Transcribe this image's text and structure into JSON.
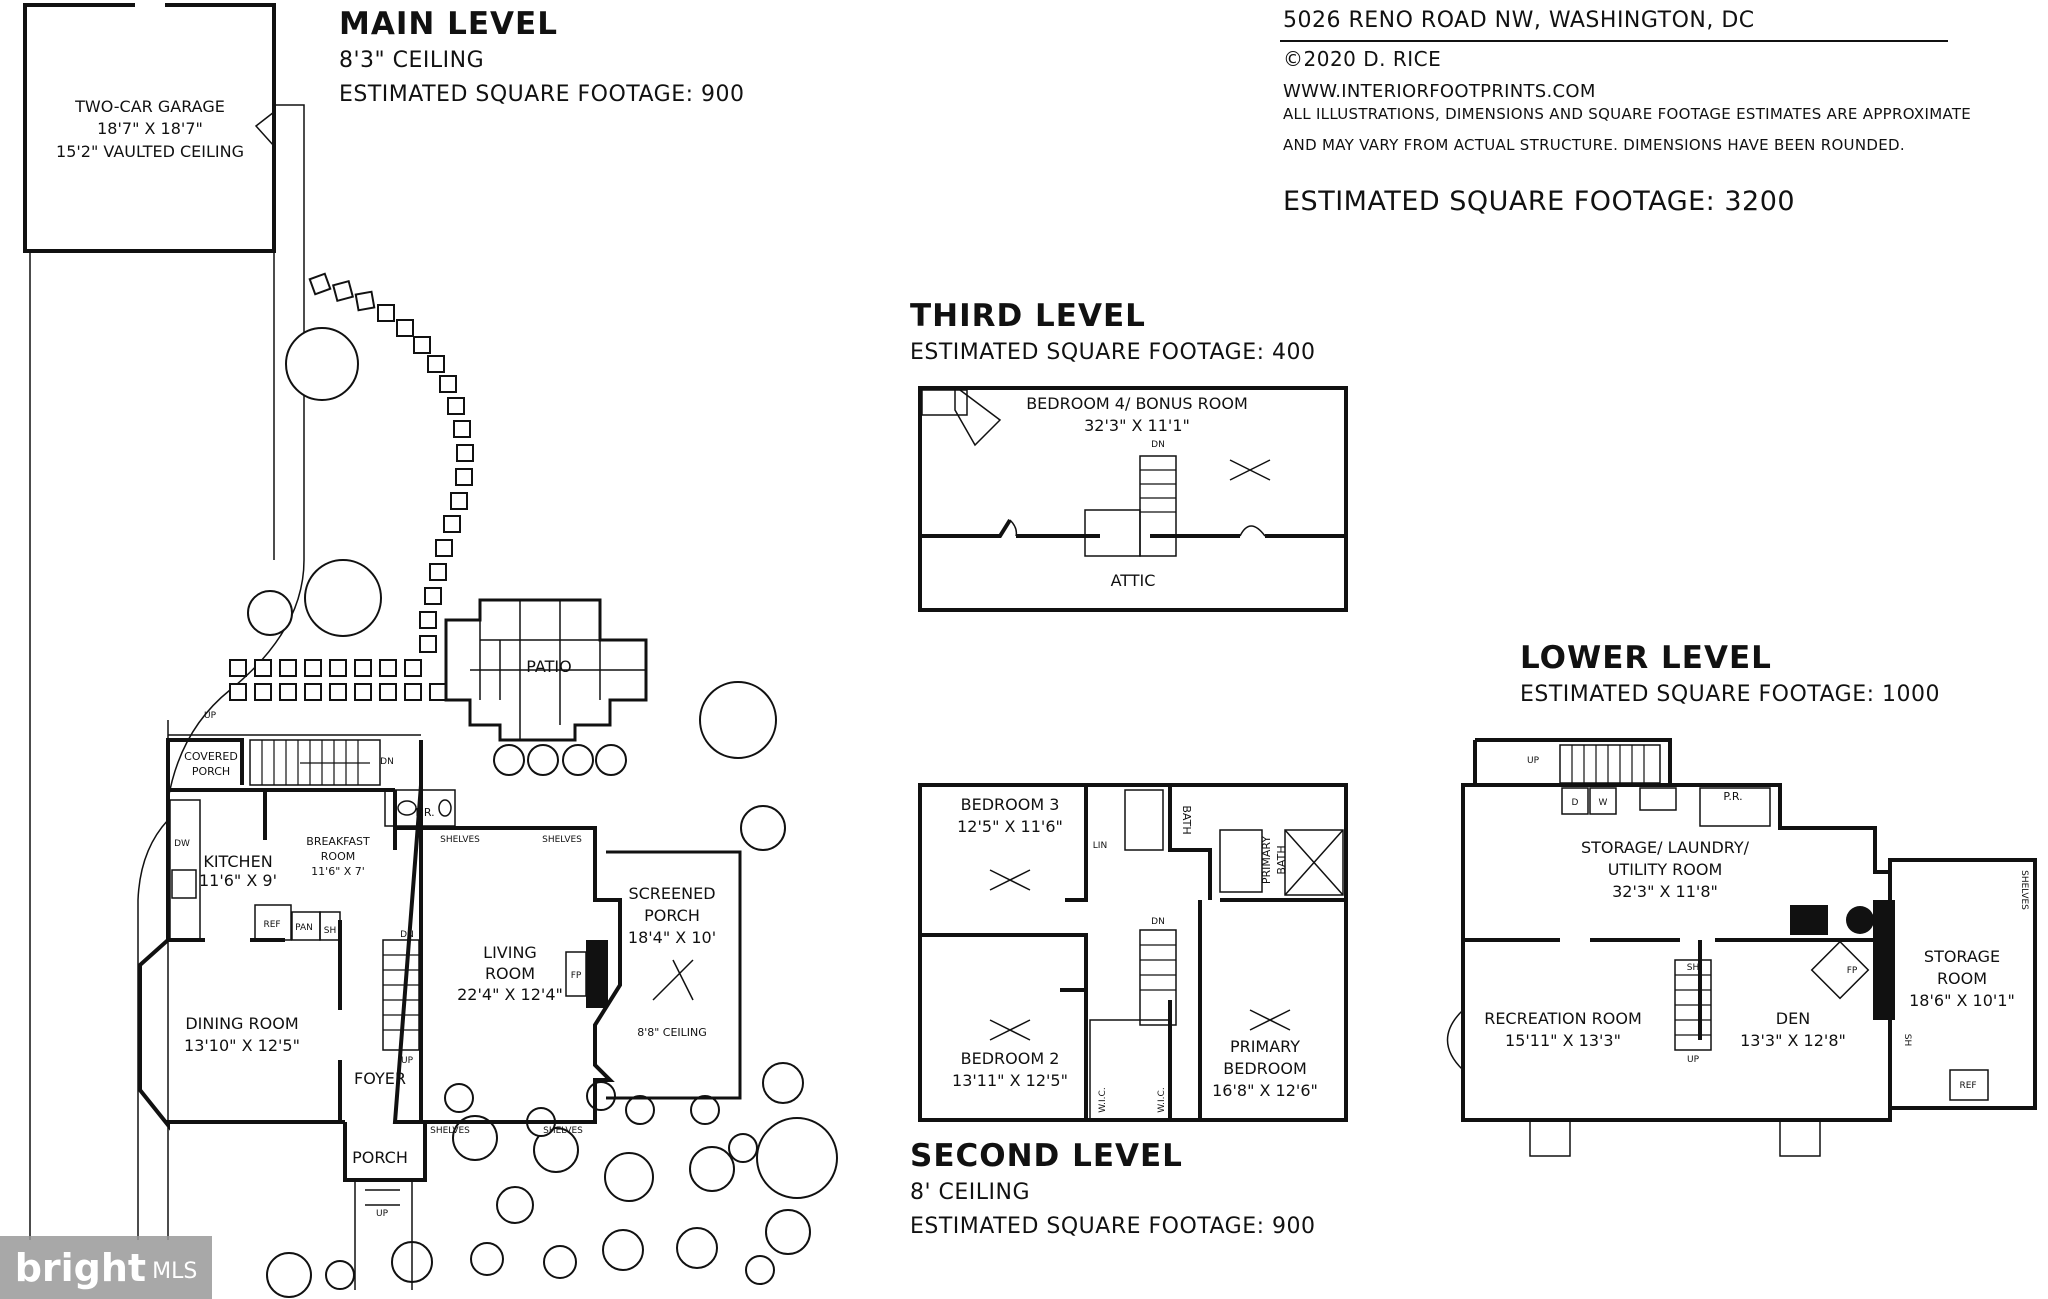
{
  "info": {
    "address": "5026 RENO ROAD NW, WASHINGTON, DC",
    "copyright": "©2020 D. RICE",
    "website": "WWW.INTERIORFOOTPRINTS.COM",
    "disclaimer_1": "ALL ILLUSTRATIONS, DIMENSIONS AND SQUARE FOOTAGE ESTIMATES ARE APPROXIMATE",
    "disclaimer_2": "AND MAY VARY FROM ACTUAL STRUCTURE. DIMENSIONS HAVE BEEN ROUNDED.",
    "total_sqft": "ESTIMATED SQUARE FOOTAGE: 3200"
  },
  "main_level": {
    "title": "MAIN LEVEL",
    "ceiling": "8'3\" CEILING",
    "sqft": "ESTIMATED SQUARE FOOTAGE: 900",
    "garage": {
      "name": "TWO-CAR GARAGE",
      "dim": "18'7\" X 18'7\"",
      "note": "15'2\" VAULTED CEILING"
    },
    "patio": "PATIO",
    "covered_porch_1": "COVERED",
    "covered_porch_2": "PORCH",
    "up_1": "UP",
    "dn_1": "DN",
    "pr": "P.R.",
    "kitchen": {
      "name": "KITCHEN",
      "dim": "11'6\" X 9'"
    },
    "dw": "DW",
    "breakfast_1": "BREAKFAST",
    "breakfast_2": "ROOM",
    "breakfast_dim": "11'6\" X 7'",
    "ref": "REF",
    "pan": "PAN",
    "sh": "SH",
    "shelves_1": "SHELVES",
    "shelves_2": "SHELVES",
    "shelves_3": "SHELVES",
    "shelves_4": "SHELVES",
    "dn_2": "DN",
    "up_2": "UP",
    "living": {
      "name_1": "LIVING",
      "name_2": "ROOM",
      "dim": "22'4\" X 12'4\""
    },
    "fp": "FP",
    "screened": {
      "name_1": "SCREENED",
      "name_2": "PORCH",
      "dim": "18'4\" X 10'",
      "ceiling": "8'8\" CEILING"
    },
    "dining": {
      "name": "DINING ROOM",
      "dim": "13'10\" X 12'5\""
    },
    "foyer": "FOYER",
    "porch": "PORCH",
    "up_3": "UP"
  },
  "third_level": {
    "title": "THIRD LEVEL",
    "sqft": "ESTIMATED SQUARE FOOTAGE: 400",
    "bedroom4": {
      "name": "BEDROOM 4/ BONUS ROOM",
      "dim": "32'3\" X 11'1\""
    },
    "dn": "DN",
    "attic": "ATTIC"
  },
  "second_level": {
    "title": "SECOND LEVEL",
    "ceiling": "8' CEILING",
    "sqft": "ESTIMATED SQUARE FOOTAGE: 900",
    "bedroom3": {
      "name": "BEDROOM 3",
      "dim": "12'5\" X 11'6\""
    },
    "lin": "LIN",
    "bath": "BATH",
    "primary_bath_1": "PRIMARY",
    "primary_bath_2": "BATH",
    "dn": "DN",
    "bedroom2": {
      "name": "BEDROOM 2",
      "dim": "13'11\" X 12'5\""
    },
    "wic_1": "W.I.C.",
    "wic_2": "W.I.C.",
    "primary": {
      "name_1": "PRIMARY",
      "name_2": "BEDROOM",
      "dim": "16'8\" X 12'6\""
    }
  },
  "lower_level": {
    "title": "LOWER LEVEL",
    "sqft": "ESTIMATED SQUARE FOOTAGE: 1000",
    "up_1": "UP",
    "d": "D",
    "w": "W",
    "pr": "P.R.",
    "storage_laundry": {
      "name_1": "STORAGE/ LAUNDRY/",
      "name_2": "UTILITY ROOM",
      "dim": "32'3\" X 11'8\""
    },
    "shelves": "SHELVES",
    "storage": {
      "name_1": "STORAGE",
      "name_2": "ROOM",
      "dim": "18'6\" X 10'1\""
    },
    "fp": "FP",
    "sh_1": "SH",
    "recreation": {
      "name": "RECREATION ROOM",
      "dim": "15'11\" X 13'3\""
    },
    "up_2": "UP",
    "den": {
      "name": "DEN",
      "dim": "13'3\" X 12'8\""
    },
    "sh_2": "SH",
    "ref": "REF"
  },
  "watermark": {
    "brand": "bright",
    "suffix": "MLS"
  }
}
